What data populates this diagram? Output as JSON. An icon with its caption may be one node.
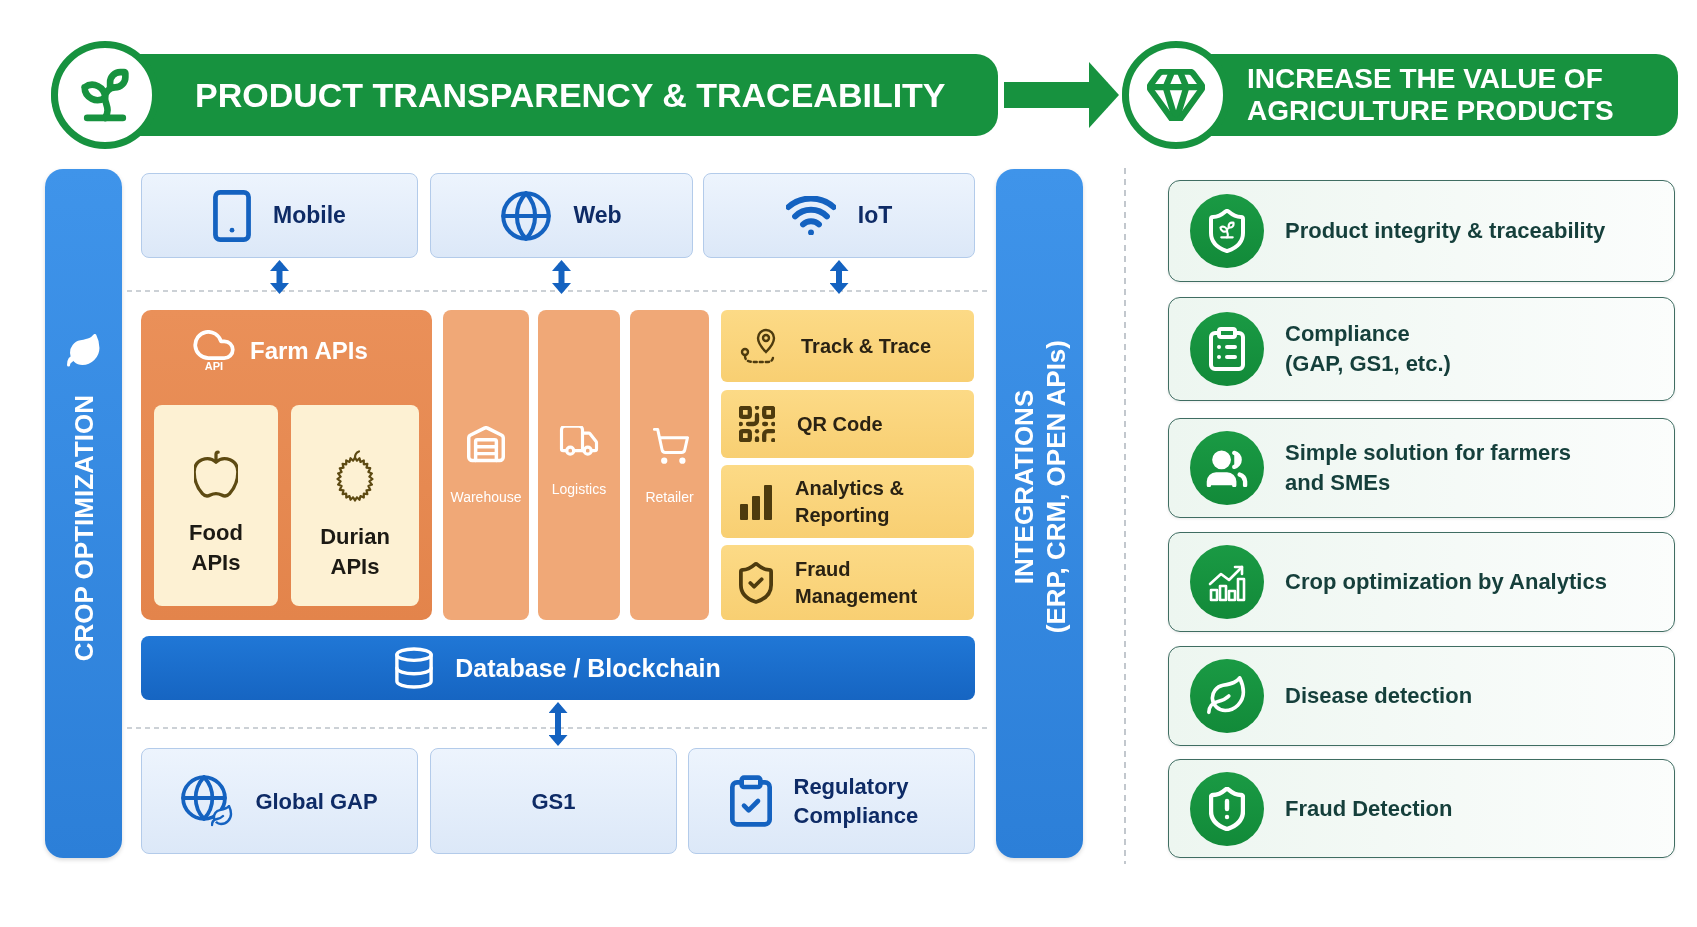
{
  "diagram": {
    "nodes": [
      {
        "text": [
          "PRODUCT TRANSPARENCY & TRACEABILITY"
        ]
      },
      {
        "text": [
          "INCREASE THE VALUE OF AGRICULTURE PRODUCTS"
        ]
      },
      {
        "text": [
          "CROP OPTIMIZATION"
        ]
      },
      {
        "text": [
          "Mobile"
        ]
      },
      {
        "text": [
          "Web"
        ]
      },
      {
        "text": [
          "IoT"
        ]
      },
      {
        "text": [
          "Farm APIs"
        ]
      },
      {
        "text": [
          "Food APIs"
        ],
        "in": 6
      },
      {
        "text": [
          "Durian APIs"
        ],
        "in": 6
      },
      {
        "text": [
          "Warehouse"
        ]
      },
      {
        "text": [
          "Logistics"
        ]
      },
      {
        "text": [
          "Retailer"
        ]
      },
      {
        "text": [
          "Track & Trace"
        ]
      },
      {
        "text": [
          "QR Code"
        ]
      },
      {
        "text": [
          "Analytics & Reporting"
        ]
      },
      {
        "text": [
          "Fraud Management"
        ]
      },
      {
        "text": [
          "Database / Blockchain"
        ]
      },
      {
        "text": [
          "Global GAP"
        ]
      },
      {
        "text": [
          "GS1"
        ]
      },
      {
        "text": [
          "Regulatory Compliance"
        ]
      },
      {
        "text": [
          "INTEGRATIONS",
          "(ERP, CRM, OPEN APIs)"
        ]
      },
      {
        "text": [
          "Product integrity & traceability"
        ]
      },
      {
        "text": [
          "Compliance (GAP, GS1, etc.)"
        ]
      },
      {
        "text": [
          "Simple solution for farmers and SMEs"
        ]
      },
      {
        "text": [
          "Crop optimization by Analytics"
        ]
      },
      {
        "text": [
          "Disease detection"
        ]
      },
      {
        "text": [
          "Fraud Detection"
        ]
      }
    ],
    "edges": [
      {
        "from": 0,
        "to": 1,
        "arrow": "to",
        "style": "thick",
        "color": "#17923f"
      },
      {
        "from": 3,
        "to": 6,
        "arrow": "both"
      },
      {
        "from": 4,
        "to": 10,
        "arrow": "both"
      },
      {
        "from": 5,
        "to": 12,
        "arrow": "both"
      },
      {
        "from": 16,
        "to": 18,
        "arrow": "both"
      }
    ],
    "labels": [
      "API"
    ]
  }
}
